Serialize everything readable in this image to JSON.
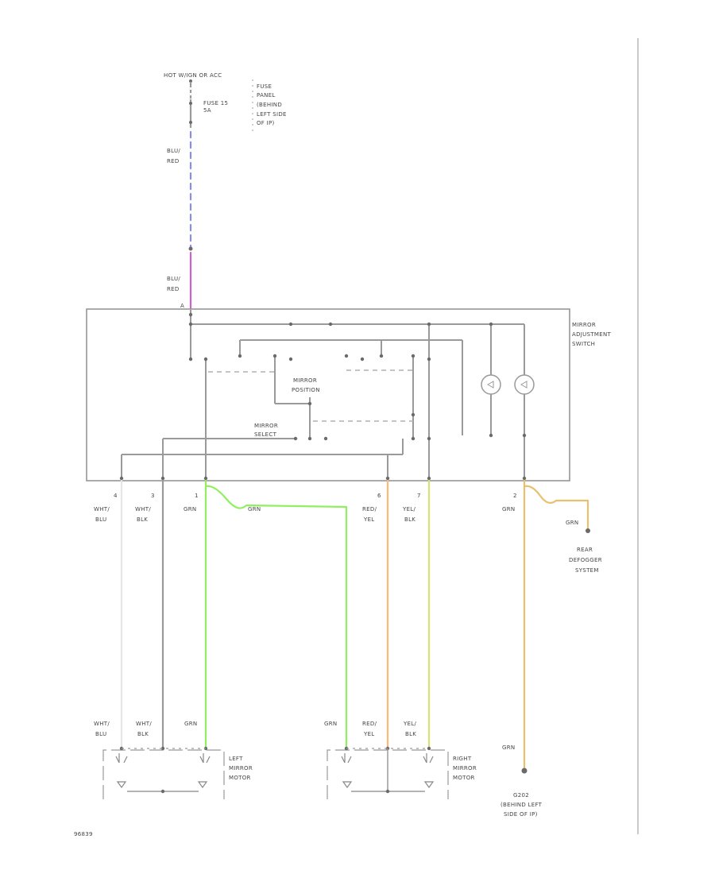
{
  "power": {
    "source": "HOT W/IGN OR ACC",
    "fuse": [
      "FUSE 15",
      "5A"
    ],
    "fuse_panel": [
      "FUSE",
      "PANEL",
      "(BEHIND",
      "LEFT SIDE",
      "OF IP)"
    ],
    "wire_top": [
      "BLU/",
      "RED"
    ],
    "wire_mid": [
      "BLU/",
      "RED"
    ]
  },
  "switch": {
    "name": [
      "MIRROR",
      "ADJUSTMENT",
      "SWITCH"
    ],
    "position": [
      "MIRROR",
      "POSITION"
    ],
    "select": [
      "MIRROR",
      "SELECT"
    ]
  },
  "pins": [
    {
      "num": "4",
      "wire": [
        "WHT/",
        "BLU"
      ]
    },
    {
      "num": "3",
      "wire": [
        "WHT/",
        "BLK"
      ]
    },
    {
      "num": "1",
      "wire": [
        "GRN"
      ]
    },
    {
      "num": "6",
      "wire": [
        "RED/",
        "YEL"
      ]
    },
    {
      "num": "7",
      "wire": [
        "YEL/",
        "BLK"
      ]
    },
    {
      "num": "2",
      "wire": [
        "GRN"
      ]
    }
  ],
  "green_top_label": "GRN",
  "rear_defogger": {
    "wire": "GRN",
    "label": [
      "REAR",
      "DEFOGGER",
      "SYSTEM"
    ]
  },
  "bottom_wires": {
    "left": [
      [
        "WHT/",
        "BLU"
      ],
      [
        "WHT/",
        "BLK"
      ],
      [
        "GRN"
      ]
    ],
    "right": [
      [
        "GRN"
      ],
      [
        "RED/",
        "YEL"
      ],
      [
        "YEL/",
        "BLK"
      ]
    ],
    "ground_wire": "GRN"
  },
  "left_motor": [
    "LEFT",
    "MIRROR",
    "MOTOR"
  ],
  "right_motor": [
    "RIGHT",
    "MIRROR",
    "MOTOR"
  ],
  "ground": [
    "G202",
    "(BEHIND LEFT",
    "SIDE OF IP)"
  ],
  "figure_id": "96839",
  "colors": {
    "blu_red": "#8c8cf0",
    "blu_red_mid": "#d060d0",
    "grn": "#90f060",
    "red_yel": "#ffb878",
    "yel_blk": "#d8e070",
    "grn_ground": "#e8c070",
    "wht": "#e6e6e6",
    "wire": "#9a9a9a"
  }
}
